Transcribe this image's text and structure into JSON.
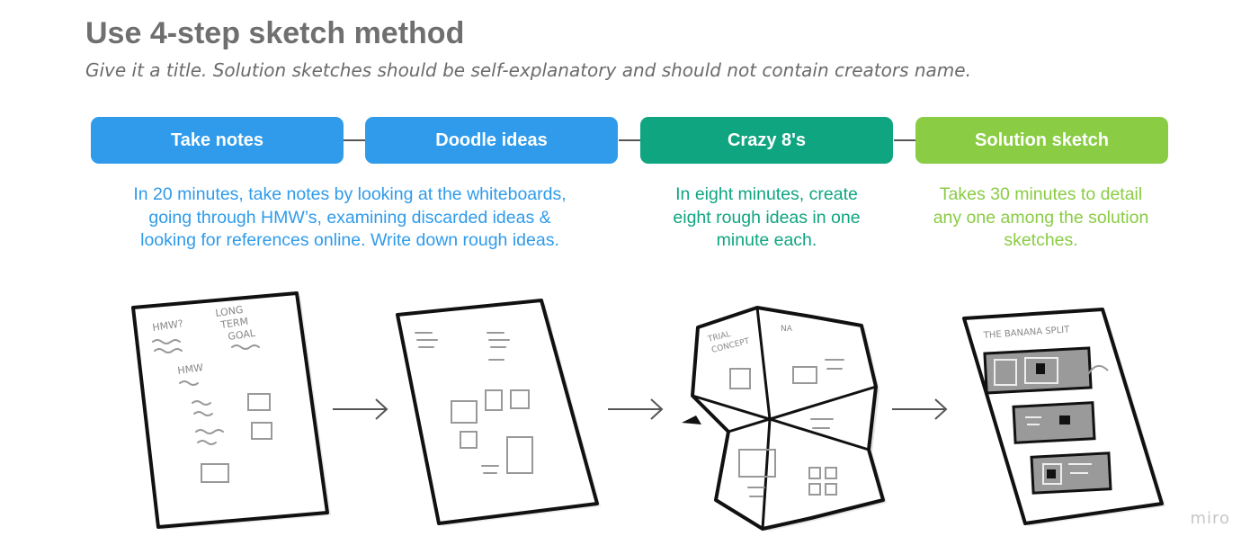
{
  "header": {
    "title": "Use 4-step sketch method",
    "subtitle": "Give it a title. Solution sketches should be self-explanatory and should not contain creators name."
  },
  "colors": {
    "blue": "#2f9bea",
    "teal": "#0fa581",
    "green": "#8acc44",
    "title_gray": "#6f6f6f"
  },
  "steps": [
    {
      "label": "Take notes"
    },
    {
      "label": "Doodle ideas"
    },
    {
      "label": "Crazy 8's"
    },
    {
      "label": "Solution sketch"
    }
  ],
  "descriptions": {
    "notes_doodle": [
      "In 20 minutes, take notes by looking at the whiteboards,",
      "going through HMW’s, examining discarded ideas &",
      "looking for references online. Write down rough ideas."
    ],
    "crazy8": [
      "In eight minutes, create",
      "eight rough ideas in one",
      "minute each."
    ],
    "solution": [
      "Takes 30 minutes to detail",
      "any one among the solution",
      "sketches."
    ]
  },
  "sketches": {
    "notes": {
      "hmw_label": "HMW?",
      "goal_line1": "LONG",
      "goal_line2": "TERM",
      "goal_line3": "GOAL",
      "hmw2_label": "HMW"
    },
    "crazy8": {
      "label_line1": "TRIAL",
      "label_line2": "CONCEPT",
      "label_right": "NA"
    },
    "solution": {
      "label": "THE BANANA SPLIT"
    }
  },
  "watermark": "miro"
}
